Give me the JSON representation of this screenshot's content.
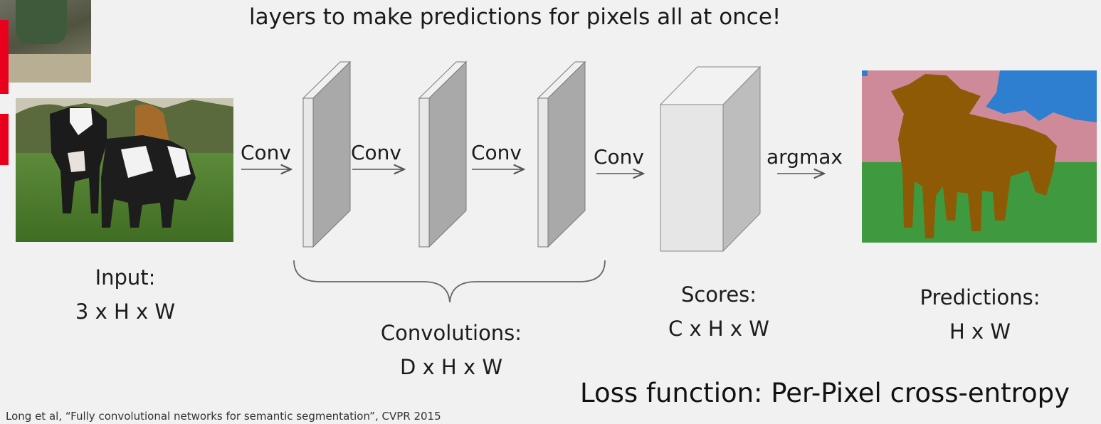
{
  "header": {
    "title": "layers to  make predictions for pixels all at once!"
  },
  "pipeline": {
    "steps": [
      "Conv",
      "Conv",
      "Conv",
      "Conv",
      "argmax"
    ]
  },
  "captions": {
    "input": {
      "line1": "Input:",
      "line2": "3 x H x W"
    },
    "convolutions": {
      "line1": "Convolutions:",
      "line2": "D x H x W"
    },
    "scores": {
      "line1": "Scores:",
      "line2": "C x H x W"
    },
    "predictions": {
      "line1": "Predictions:",
      "line2": "H x W"
    }
  },
  "loss": "Loss function: Per-Pixel cross-entropy",
  "citation": "Long et al, “Fully convolutional networks for semantic segmentation”, CVPR 2015",
  "colors": {
    "background": "#f1f1f1",
    "accent_red": "#e8001c",
    "seg_pink": "#cf8a9a",
    "seg_blue": "#2f7fd0",
    "seg_green": "#3f9a3f",
    "seg_cow": "#8f5a06"
  },
  "icons": {
    "arrow": "right-arrow-icon"
  }
}
